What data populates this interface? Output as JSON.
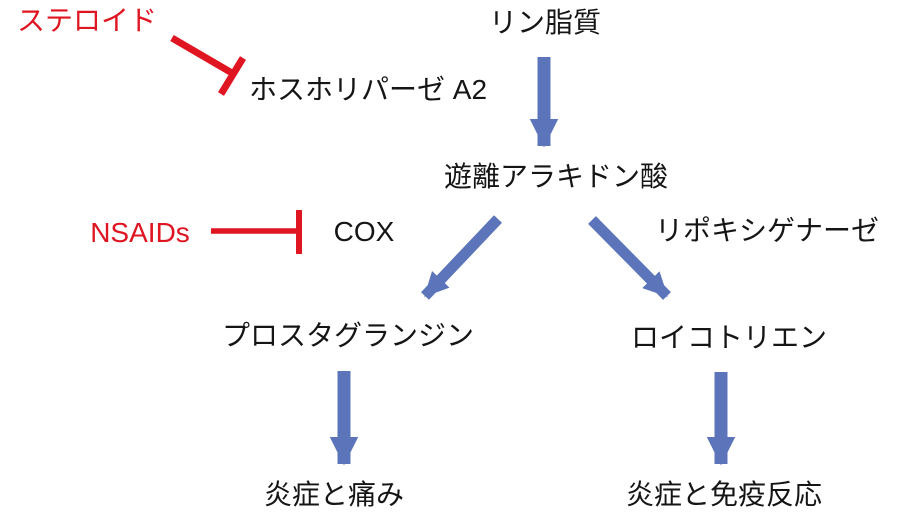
{
  "diagram_name": "arachidonic-acid-cascade",
  "nodes": {
    "steroid": {
      "label": "ステロイド",
      "color_role": "inhibitor"
    },
    "phospholipid": {
      "label": "リン脂質",
      "color_role": "normal"
    },
    "phospholipase_a2": {
      "label": "ホスホリパーゼ A2",
      "color_role": "normal"
    },
    "free_arachidonic_acid": {
      "label": "遊離アラキドン酸",
      "color_role": "normal"
    },
    "nsaids": {
      "label": "NSAIDs",
      "color_role": "inhibitor"
    },
    "cox": {
      "label": "COX",
      "color_role": "normal"
    },
    "lipoxygenase": {
      "label": "リポキシゲナーゼ",
      "color_role": "normal"
    },
    "prostaglandin": {
      "label": "プロスタグランジン",
      "color_role": "normal"
    },
    "leukotriene": {
      "label": "ロイコトリエン",
      "color_role": "normal"
    },
    "inflammation_pain": {
      "label": "炎症と痛み",
      "color_role": "normal"
    },
    "inflammation_immune": {
      "label": "炎症と免疫反応",
      "color_role": "normal"
    }
  },
  "edges": [
    {
      "from": "ステロイド",
      "to": "ホスホリパーゼ A2",
      "type": "inhibition"
    },
    {
      "from": "リン脂質",
      "to": "遊離アラキドン酸",
      "type": "arrow"
    },
    {
      "from": "NSAIDs",
      "to": "COX",
      "type": "inhibition"
    },
    {
      "from": "遊離アラキドン酸",
      "to": "プロスタグランジン",
      "type": "arrow",
      "branch_enzyme": "COX"
    },
    {
      "from": "遊離アラキドン酸",
      "to": "ロイコトリエン",
      "type": "arrow",
      "branch_enzyme": "リポキシゲナーゼ"
    },
    {
      "from": "プロスタグランジン",
      "to": "炎症と痛み",
      "type": "arrow"
    },
    {
      "from": "ロイコトリエン",
      "to": "炎症と免疫反応",
      "type": "arrow"
    }
  ],
  "colors": {
    "inhibitor_red": "#df1522",
    "arrow_blue": "#5c74b9",
    "text": "#151515",
    "background": "#ffffff"
  }
}
